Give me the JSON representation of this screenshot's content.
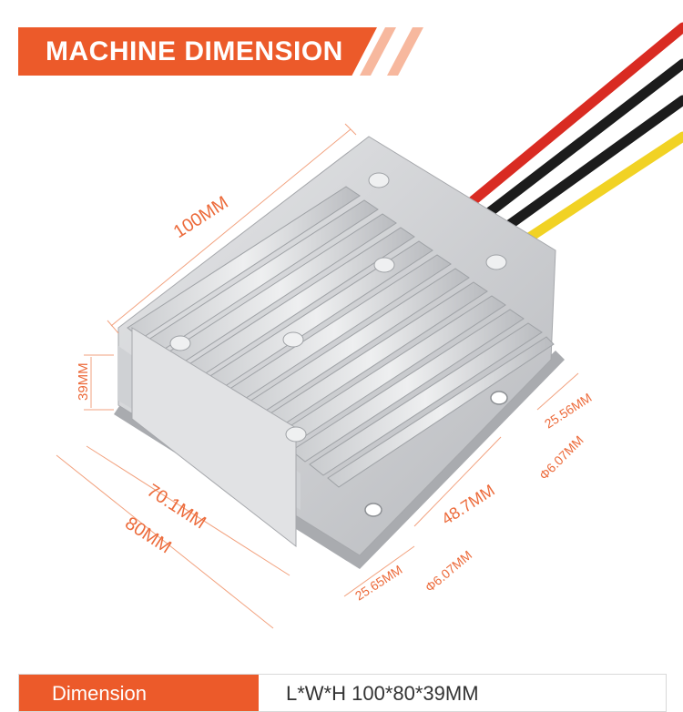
{
  "header": {
    "title": "MACHINE DIMENSION"
  },
  "dimensions": {
    "length": "100MM",
    "width": "80MM",
    "height": "39MM",
    "fin_length": "70.1MM",
    "hole_spacing": "48.7MM",
    "hole_offset_right": "25.56MM",
    "hole_diameter_right": "Φ6.07MM",
    "hole_offset_bottom": "25.65MM",
    "hole_diameter_bottom": "Φ6.07MM"
  },
  "spec_table": {
    "label": "Dimension",
    "value": "L*W*H 100*80*39MM"
  },
  "colors": {
    "accent": "#ec5a2a",
    "dimension_line": "#f2a27f",
    "housing": "#d8d9db"
  }
}
